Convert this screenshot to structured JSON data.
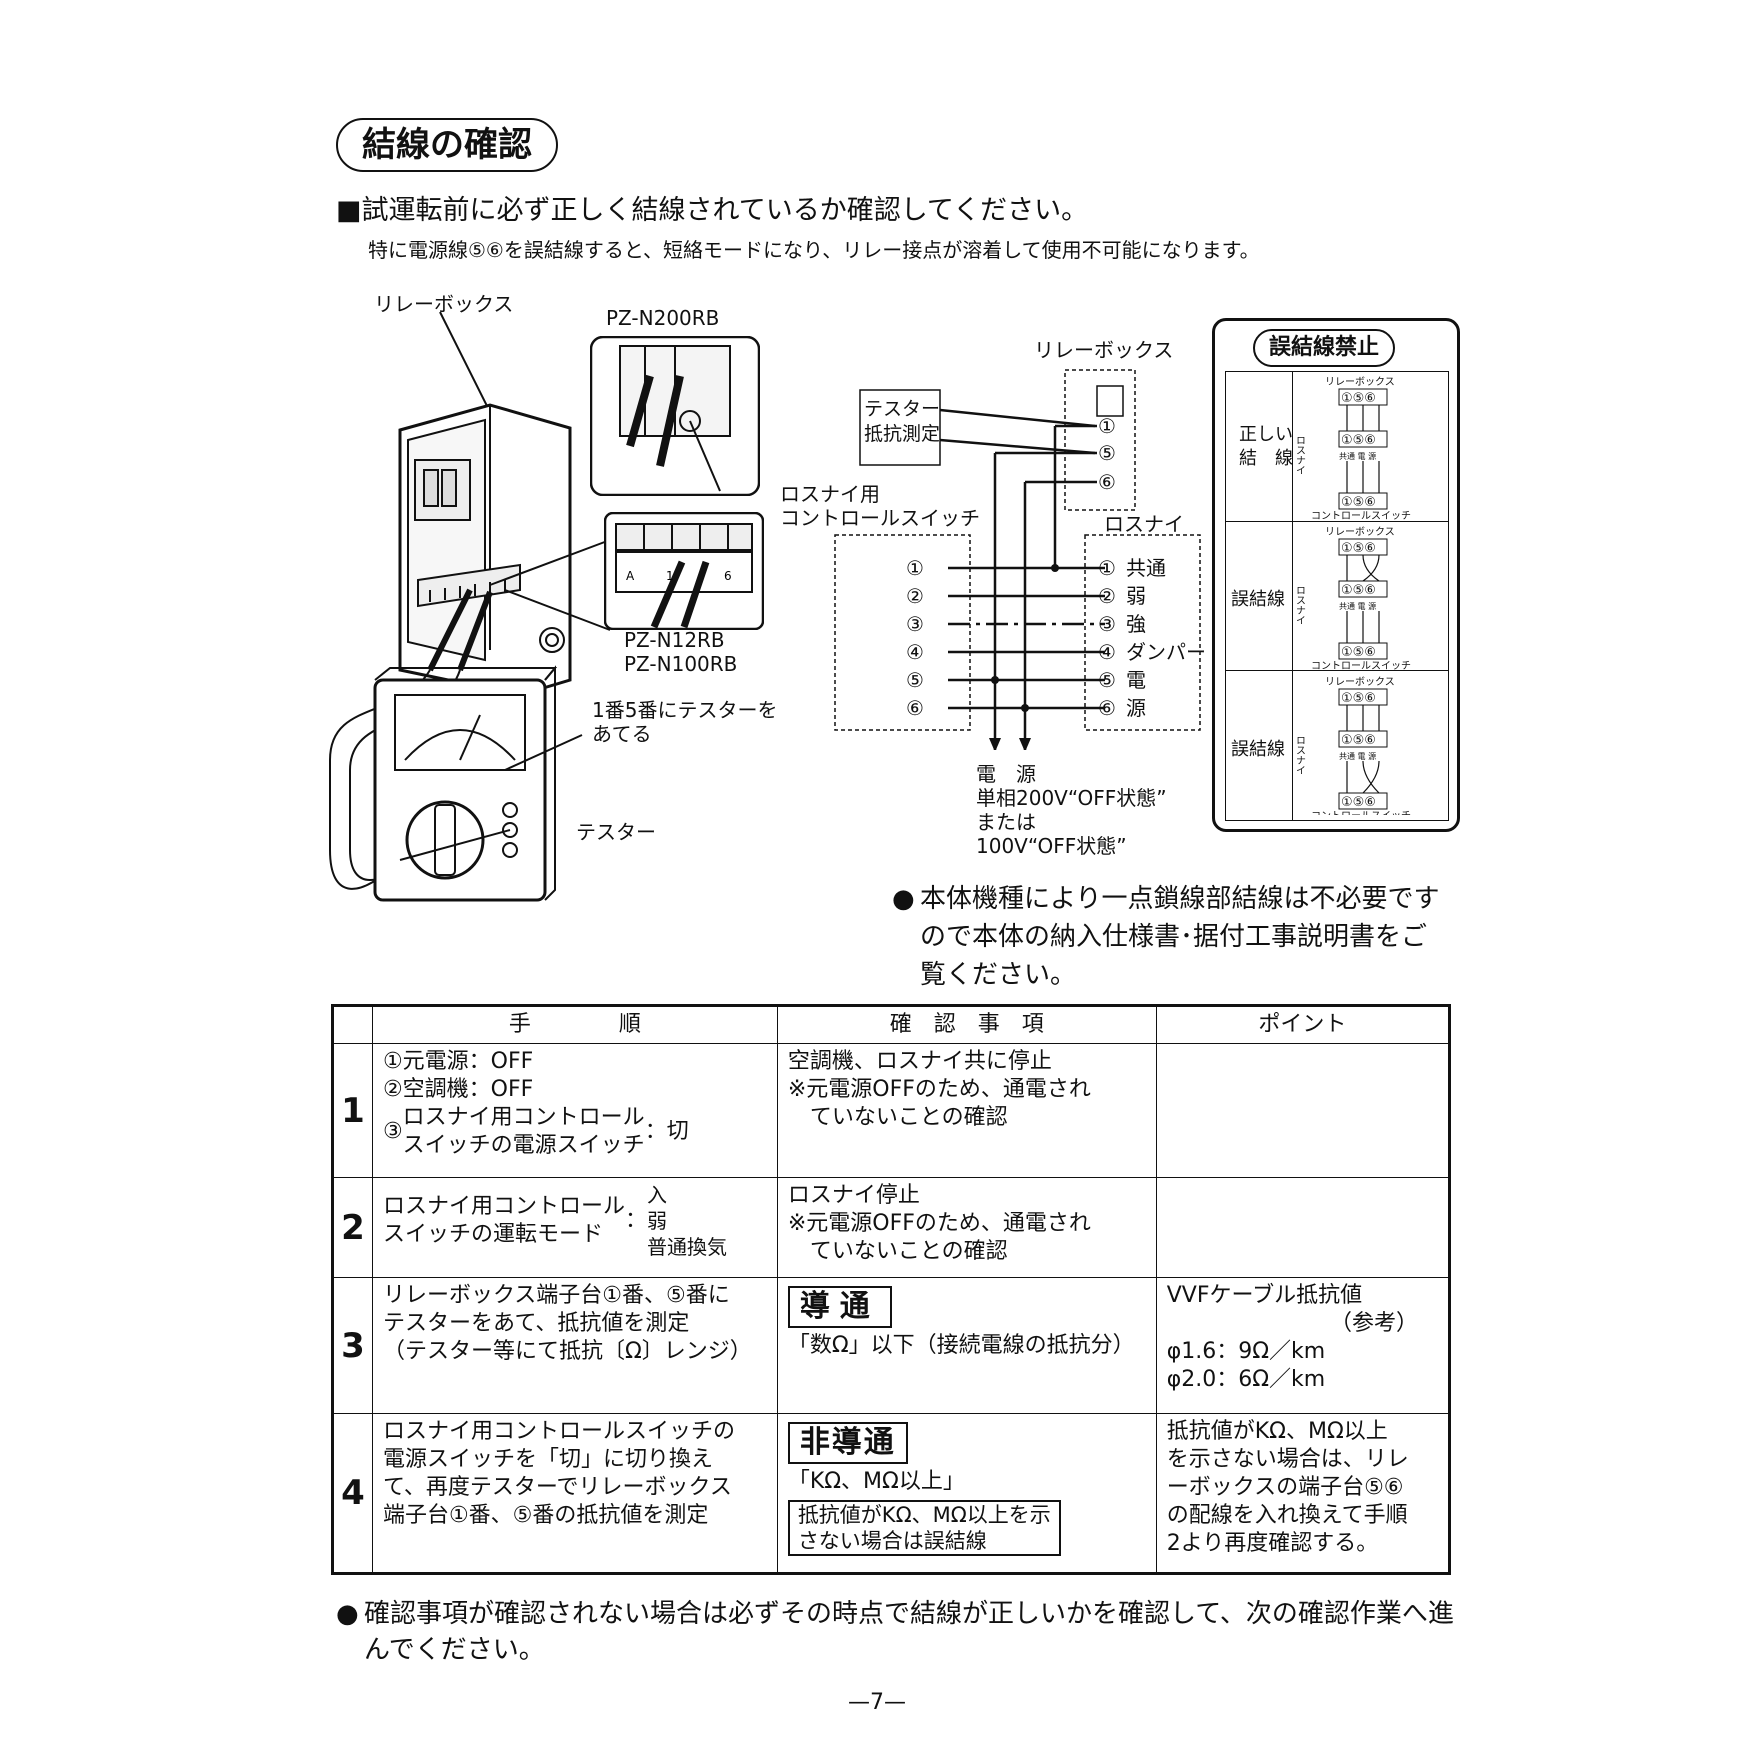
{
  "title": "結線の確認",
  "heading": "■試運転前に必ず正しく結線されているか確認してください。",
  "subtext": "特に電源線⑤⑥を誤結線すると、短絡モードになり、リレー接点が溶着して使用不可能になります。",
  "diagram": {
    "relay_box_label": "リレーボックス",
    "pz_n200rb": "PZ-N200RB",
    "pz_n12rb": "PZ-N12RB",
    "pz_n100rb": "PZ-N100RB",
    "tester_instruction_1": "1番5番にテスターを",
    "tester_instruction_2": "あてる",
    "tester_label": "テスター",
    "tester_box_1": "テスター",
    "tester_box_2": "抵抗測定",
    "relay_box_label_2": "リレーボックス",
    "switch_label_1": "ロスナイ用",
    "switch_label_2": "コントロールスイッチ",
    "losnay_label": "ロスナイ",
    "switch_terminals": [
      "①",
      "②",
      "③",
      "④",
      "⑤",
      "⑥"
    ],
    "relay_terminals": [
      "①",
      "⑤",
      "⑥"
    ],
    "losnay_terminals": [
      "①",
      "②",
      "③",
      "④",
      "⑤",
      "⑥"
    ],
    "losnay_terminal_names": [
      "共通",
      "弱",
      "強",
      "ダンパー",
      "電",
      "源"
    ],
    "power_1": "電　源",
    "power_2": "単相200V“OFF状態”",
    "power_3": "または",
    "power_4": "100V“OFF状態”",
    "reference_box": {
      "title": "誤結線禁止",
      "rows": [
        {
          "label_1": "正しい",
          "label_2": "結　線"
        },
        {
          "label_1": "誤結線",
          "label_2": ""
        },
        {
          "label_1": "誤結線",
          "label_2": ""
        }
      ],
      "top_label": "リレーボックス",
      "bottom_label": "コントロールスイッチ",
      "side_label": "ロスナイ",
      "terms": "①⑤⑥",
      "sub_terms": [
        "共通",
        "電",
        "源"
      ]
    }
  },
  "note": "本体機種により一点鎖線部結線は不必要ですので本体の納入仕様書･据付工事説明書をご覧ください。",
  "note_bullet": "●",
  "table": {
    "headers": [
      "手　　　　順",
      "確　認　事　項",
      "ポイント"
    ],
    "rows": [
      {
        "num": "1",
        "step_1": "①元電源：OFF",
        "step_2": "②空調機：OFF",
        "step_3a": "ロスナイ用コントロール",
        "step_3b": "スイッチの電源スイッチ",
        "step_3_prefix": "③",
        "step_3_suffix": "：切",
        "check_1": "空調機、ロスナイ共に停止",
        "check_2": "※元電源OFFのため、通電され",
        "check_3": "　ていないことの確認",
        "point": ""
      },
      {
        "num": "2",
        "step_a": "ロスナイ用コントロール",
        "step_b": "スイッチの運転モード",
        "mode_1": "入",
        "mode_2": "弱",
        "mode_3": "普通換気",
        "colon": "：",
        "check_1": "ロスナイ停止",
        "check_2": "※元電源OFFのため、通電され",
        "check_3": "　ていないことの確認",
        "point": ""
      },
      {
        "num": "3",
        "step_1": "リレーボックス端子台①番、⑤番に",
        "step_2": "テスターをあて、抵抗値を測定",
        "step_3": "（テスター等にて抵抗〔Ω〕レンジ）",
        "check_box": "導通",
        "check_1": "「数Ω」以下（接続電線の抵抗分）",
        "point_1": "VVFケーブル抵抗値",
        "point_2": "（参考）",
        "point_3": "φ1.6：9Ω／km",
        "point_4": "φ2.0：6Ω／km"
      },
      {
        "num": "4",
        "step_1": "ロスナイ用コントロールスイッチの",
        "step_2": "電源スイッチを「切」に切り換え",
        "step_3": "て、再度テスターでリレーボックス",
        "step_4": "端子台①番、⑤番の抵抗値を測定",
        "check_box": "非導通",
        "check_1": "「KΩ、MΩ以上」",
        "warn_1": "抵抗値がKΩ、MΩ以上を示",
        "warn_2": "さない場合は誤結線",
        "point_1": "抵抗値がKΩ、MΩ以上",
        "point_2": "を示さない場合は、リレ",
        "point_3": "ーボックスの端子台⑤⑥",
        "point_4": "の配線を入れ換えて手順",
        "point_5": "2より再度確認する。"
      }
    ]
  },
  "bottom_note": "確認事項が確認されない場合は必ずその時点で結線が正しいかを確認して、次の確認作業へ進んでください。",
  "page_number": "—7—"
}
